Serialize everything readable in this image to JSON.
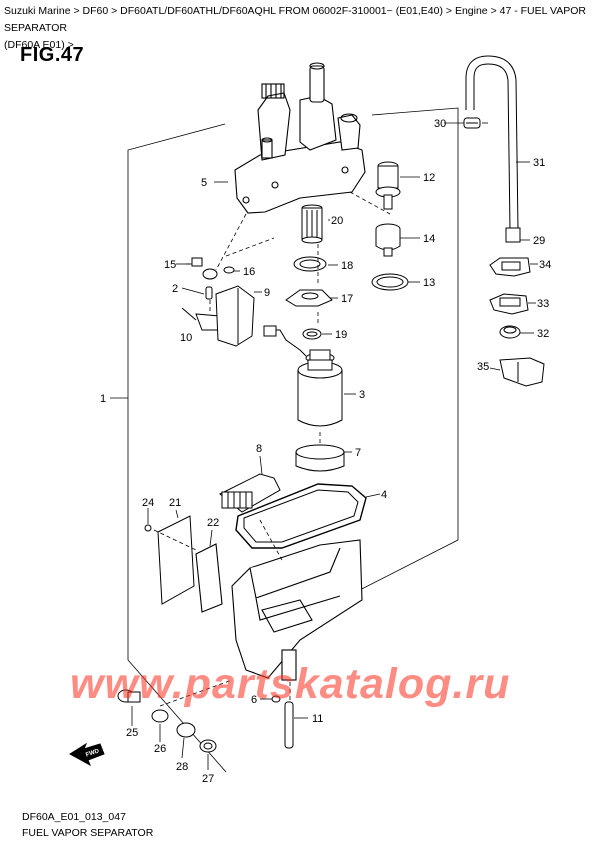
{
  "breadcrumb": {
    "brand": "Suzuki Marine",
    "model": "DF60",
    "variant": "DF60ATL/DF60ATHL/DF60AQHL FROM 06002F-310001~ (E01,E40)",
    "section": "Engine",
    "page": "47 - FUEL VAPOR SEPARATOR",
    "sub": "(DF60A E01)",
    "sep": " > ",
    "tail": " >"
  },
  "figure": {
    "title": "FIG.47"
  },
  "parts": [
    {
      "id": "p1",
      "label": "1"
    },
    {
      "id": "p2",
      "label": "2"
    },
    {
      "id": "p3",
      "label": "3"
    },
    {
      "id": "p4",
      "label": "4"
    },
    {
      "id": "p5",
      "label": "5"
    },
    {
      "id": "p6",
      "label": "6"
    },
    {
      "id": "p7",
      "label": "7"
    },
    {
      "id": "p8",
      "label": "8"
    },
    {
      "id": "p9",
      "label": "9"
    },
    {
      "id": "p10",
      "label": "10"
    },
    {
      "id": "p11",
      "label": "11"
    },
    {
      "id": "p12",
      "label": "12"
    },
    {
      "id": "p13",
      "label": "13"
    },
    {
      "id": "p14",
      "label": "14"
    },
    {
      "id": "p15",
      "label": "15"
    },
    {
      "id": "p16",
      "label": "16"
    },
    {
      "id": "p17",
      "label": "17"
    },
    {
      "id": "p18",
      "label": "18"
    },
    {
      "id": "p19",
      "label": "19"
    },
    {
      "id": "p20",
      "label": "20"
    },
    {
      "id": "p21",
      "label": "21"
    },
    {
      "id": "p22",
      "label": "22"
    },
    {
      "id": "p24",
      "label": "24"
    },
    {
      "id": "p25",
      "label": "25"
    },
    {
      "id": "p26",
      "label": "26"
    },
    {
      "id": "p27",
      "label": "27"
    },
    {
      "id": "p28",
      "label": "28"
    },
    {
      "id": "p29",
      "label": "29"
    },
    {
      "id": "p30",
      "label": "30"
    },
    {
      "id": "p31",
      "label": "31"
    },
    {
      "id": "p32",
      "label": "32"
    },
    {
      "id": "p33",
      "label": "33"
    },
    {
      "id": "p34",
      "label": "34"
    },
    {
      "id": "p35",
      "label": "35"
    }
  ],
  "fwd": "FWD",
  "watermark": "www.partskatalog.ru",
  "footer": {
    "code": "DF60A_E01_013_047",
    "name": "FUEL VAPOR SEPARATOR"
  }
}
